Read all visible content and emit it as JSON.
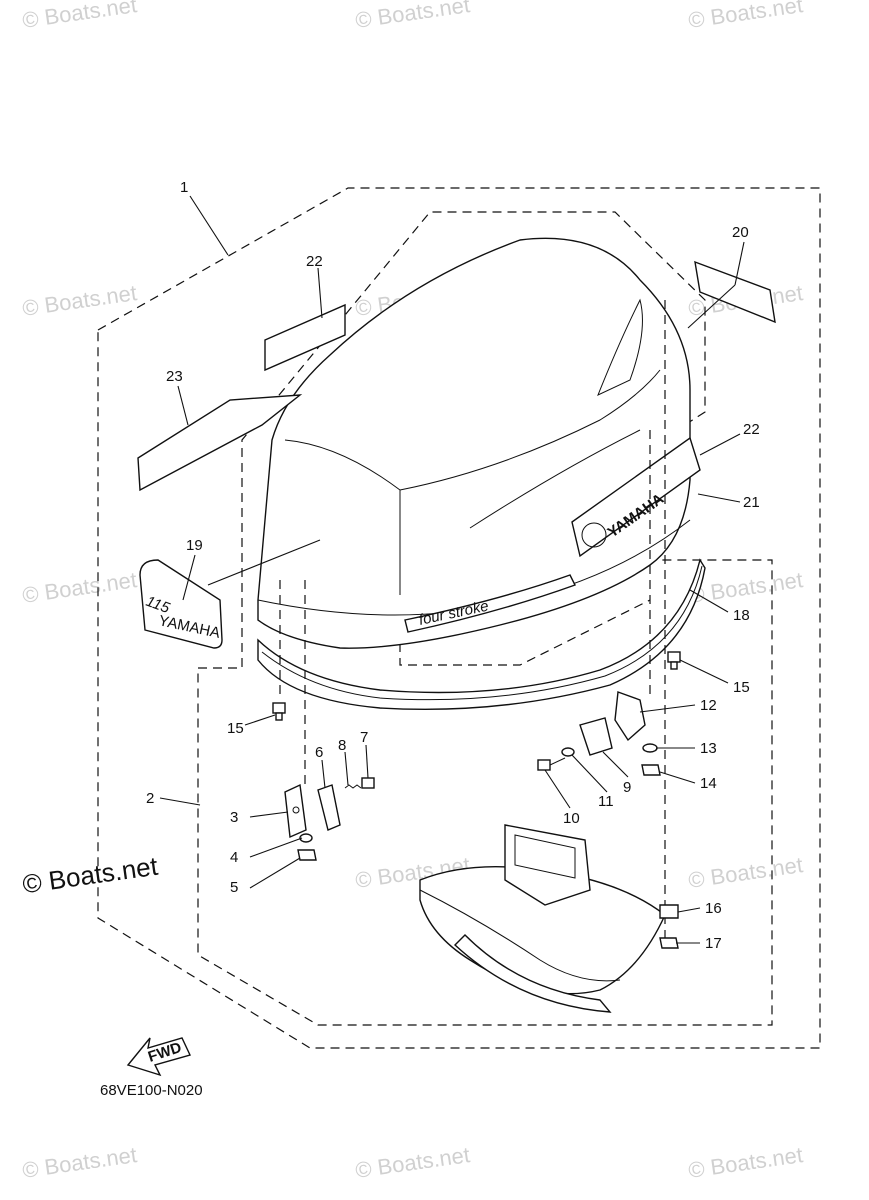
{
  "watermarks": {
    "faint": "© Boats.net",
    "main": "© Boats.net"
  },
  "callouts": [
    "1",
    "2",
    "3",
    "4",
    "5",
    "6",
    "7",
    "8",
    "9",
    "10",
    "11",
    "12",
    "13",
    "14",
    "15",
    "15",
    "16",
    "17",
    "18",
    "19",
    "20",
    "21",
    "22",
    "22",
    "23"
  ],
  "decals": {
    "brand": "YAMAHA",
    "brand_small": "YAMAHA",
    "model": "four stroke",
    "hp": "115"
  },
  "fwd_label": "FWD",
  "diagram_ref": "68VE100-N020"
}
